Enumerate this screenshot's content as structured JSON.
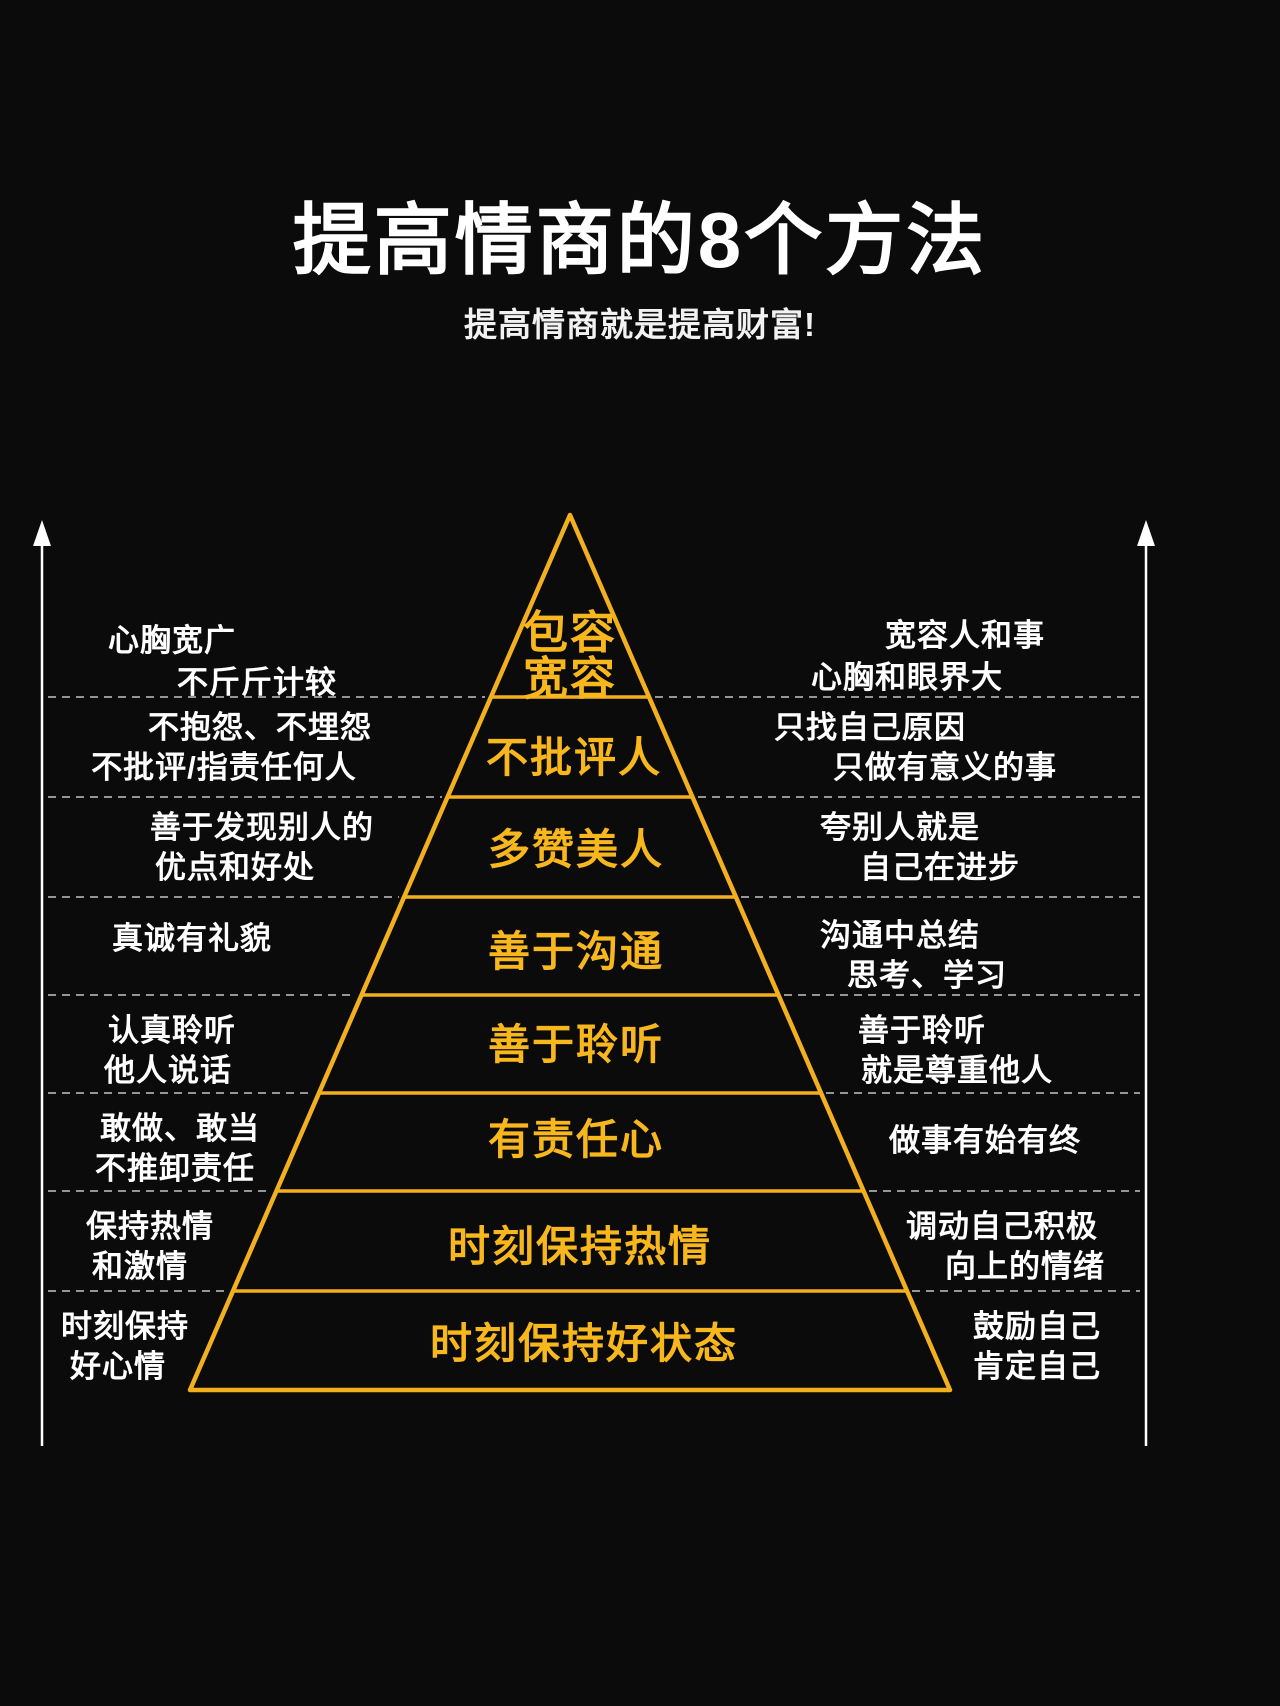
{
  "title": "提高情商的8个方法",
  "subtitle": "提高情商就是提高财富!",
  "colors": {
    "background": "#0b0b0b",
    "gold": "#f7b71d",
    "text_white": "#ffffff"
  },
  "pyramid_levels": [
    {
      "label_lines": [
        "包容",
        "宽容"
      ],
      "left_lines": [
        "心胸宽广",
        "不斤斤计较"
      ],
      "right_lines": [
        "宽容人和事",
        "心胸和眼界大"
      ]
    },
    {
      "label_lines": [
        "不批评人"
      ],
      "left_lines": [
        "不抱怨、不埋怨",
        "不批评/指责任何人"
      ],
      "right_lines": [
        "只找自己原因",
        "只做有意义的事"
      ]
    },
    {
      "label_lines": [
        "多赞美人"
      ],
      "left_lines": [
        "善于发现别人的",
        "优点和好处"
      ],
      "right_lines": [
        "夸别人就是",
        "自己在进步"
      ]
    },
    {
      "label_lines": [
        "善于沟通"
      ],
      "left_lines": [
        "真诚有礼貌"
      ],
      "right_lines": [
        "沟通中总结",
        "思考、学习"
      ]
    },
    {
      "label_lines": [
        "善于聆听"
      ],
      "left_lines": [
        "认真聆听",
        "他人说话"
      ],
      "right_lines": [
        "善于聆听",
        "就是尊重他人"
      ]
    },
    {
      "label_lines": [
        "有责任心"
      ],
      "left_lines": [
        "敢做、敢当",
        "不推卸责任"
      ],
      "right_lines": [
        "做事有始有终"
      ]
    },
    {
      "label_lines": [
        "时刻保持热情"
      ],
      "left_lines": [
        "保持热情",
        "和激情"
      ],
      "right_lines": [
        "调动自己积极",
        "向上的情绪"
      ]
    },
    {
      "label_lines": [
        "时刻保持好状态"
      ],
      "left_lines": [
        "时刻保持",
        "好心情"
      ],
      "right_lines": [
        "鼓励自己",
        "肯定自己"
      ]
    }
  ]
}
